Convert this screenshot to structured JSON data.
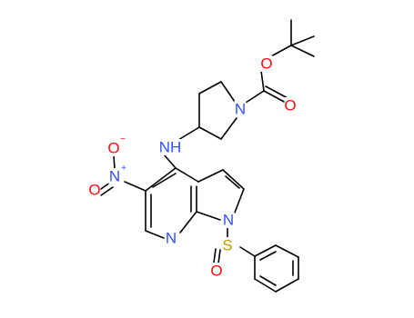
{
  "colors": {
    "carbon_bond": "#000000",
    "nitrogen": "#3050f8",
    "oxygen": "#ff0d0d",
    "sulfur": "#b8a000",
    "background": "#ffffff"
  },
  "atoms": {
    "o_ether": "O",
    "o_carbonyl": "O",
    "n_piperidine": "N",
    "nh": "NH",
    "n_nitro": "N",
    "n_nitro_charge": "+",
    "o_nitro_minus": "O",
    "o_nitro_minus_charge": "−",
    "o_nitro": "O",
    "n_pyridine": "N",
    "n_pyrrole": "N",
    "s_sulfonyl": "S",
    "o_sulfonyl": "O"
  }
}
